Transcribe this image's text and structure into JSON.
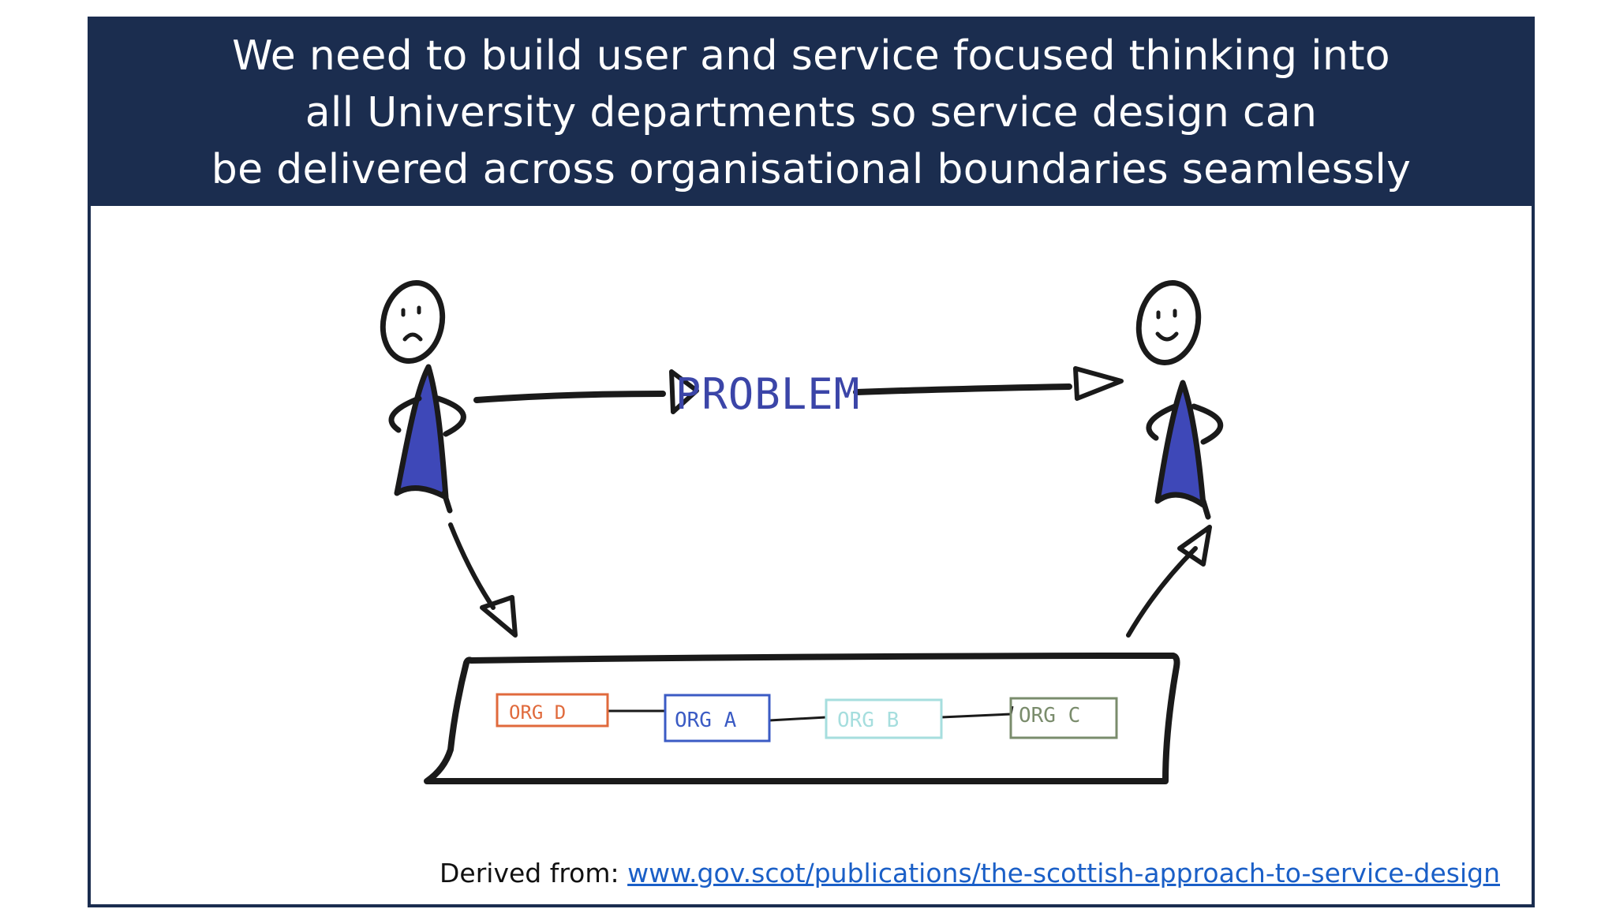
{
  "header": {
    "line1": "We need to build user and service focused thinking into",
    "line2": "all University departments so service design can",
    "line3": "be delivered across organisational boundaries seamlessly"
  },
  "diagram": {
    "problem_label": "PROBLEM",
    "orgs": [
      {
        "label": "ORG D",
        "color": "#e06a3c"
      },
      {
        "label": "ORG A",
        "color": "#3b5bc4"
      },
      {
        "label": "ORG B",
        "color": "#a6dede"
      },
      {
        "label": "ORG C",
        "color": "#7a8c6c"
      }
    ],
    "figure_fill": "#3e48b8",
    "ink": "#1a1a1a"
  },
  "footer": {
    "prefix": "Derived from: ",
    "link_text": "www.gov.scot/publications/the-scottish-approach-to-service-design"
  }
}
